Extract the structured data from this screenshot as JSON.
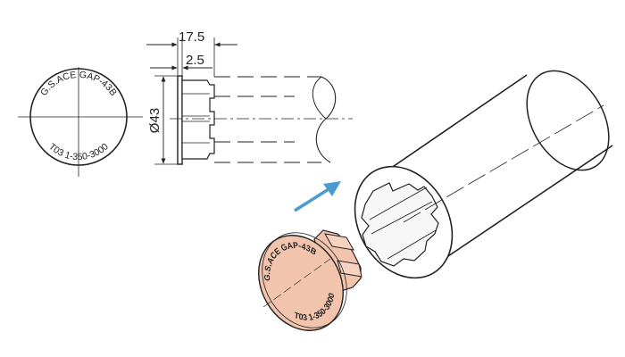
{
  "drawing": {
    "dimensions": {
      "overall_length": "17.5",
      "flange_thickness": "2.5",
      "diameter": "Ø43"
    },
    "cap_marking": {
      "brand": "G.S.ACE",
      "model": "GAP-43B",
      "phone": "T03 1-350-3000"
    },
    "colors": {
      "line": "#222222",
      "cap_fill": "#f2c4ad",
      "arrow": "#4b9bd1",
      "page": "#ffffff"
    },
    "icons": {
      "insert_direction": "insert-arrow-icon"
    }
  }
}
